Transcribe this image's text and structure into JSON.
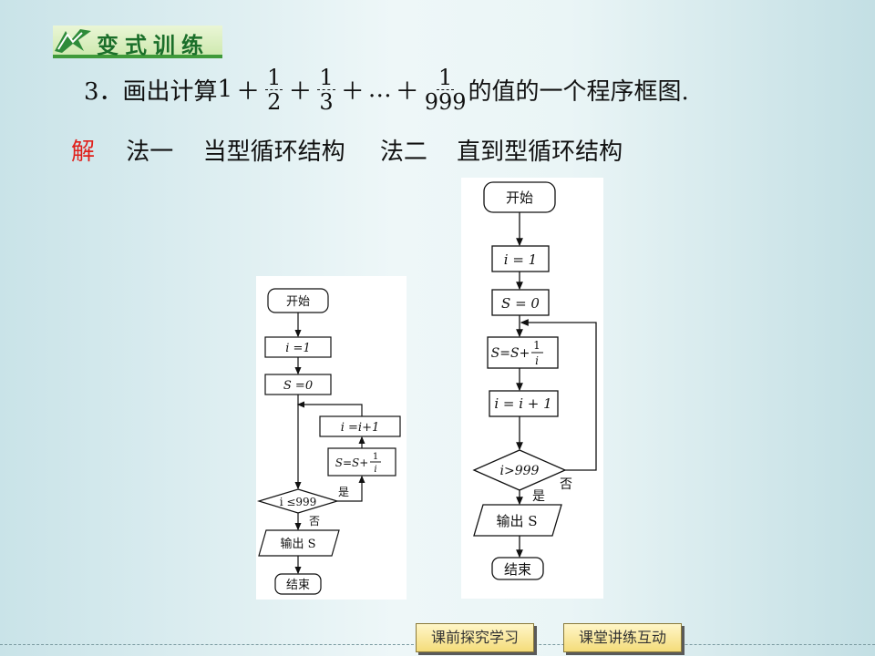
{
  "header": {
    "title": "变式训练"
  },
  "problem": {
    "number": "3．",
    "prefix": "画出计算",
    "term1": "1",
    "plus": "＋",
    "frac1": {
      "num": "1",
      "den": "2"
    },
    "frac2": {
      "num": "1",
      "den": "3"
    },
    "ellipsis": "…",
    "frac3": {
      "num": "1",
      "den": "999"
    },
    "suffix": "的值的一个程序框图."
  },
  "solution": {
    "label": "解",
    "method1": "法一",
    "desc1": "当型循环结构",
    "method2": "法二",
    "desc2": "直到型循环结构"
  },
  "flow1": {
    "start": "开始",
    "init_i": "i =1",
    "init_s": "S =0",
    "cond": "i ≤999",
    "yes": "是",
    "no": "否",
    "update_s": "S=S+",
    "update_s_num": "1",
    "update_s_den": "i",
    "update_i": "i =i+1",
    "output": "输出 S",
    "end": "结束"
  },
  "flow2": {
    "start": "开始",
    "init_i": "i = 1",
    "init_s": "S = 0",
    "update_s": "S=S+",
    "update_s_num": "1",
    "update_s_den": "i",
    "update_i": "i = i + 1",
    "cond": "i>999",
    "no": "否",
    "yes": "是",
    "output": "输出 S",
    "end": "结束"
  },
  "footer": {
    "btn1": "课前探究学习",
    "btn2": "课堂讲练互动"
  }
}
